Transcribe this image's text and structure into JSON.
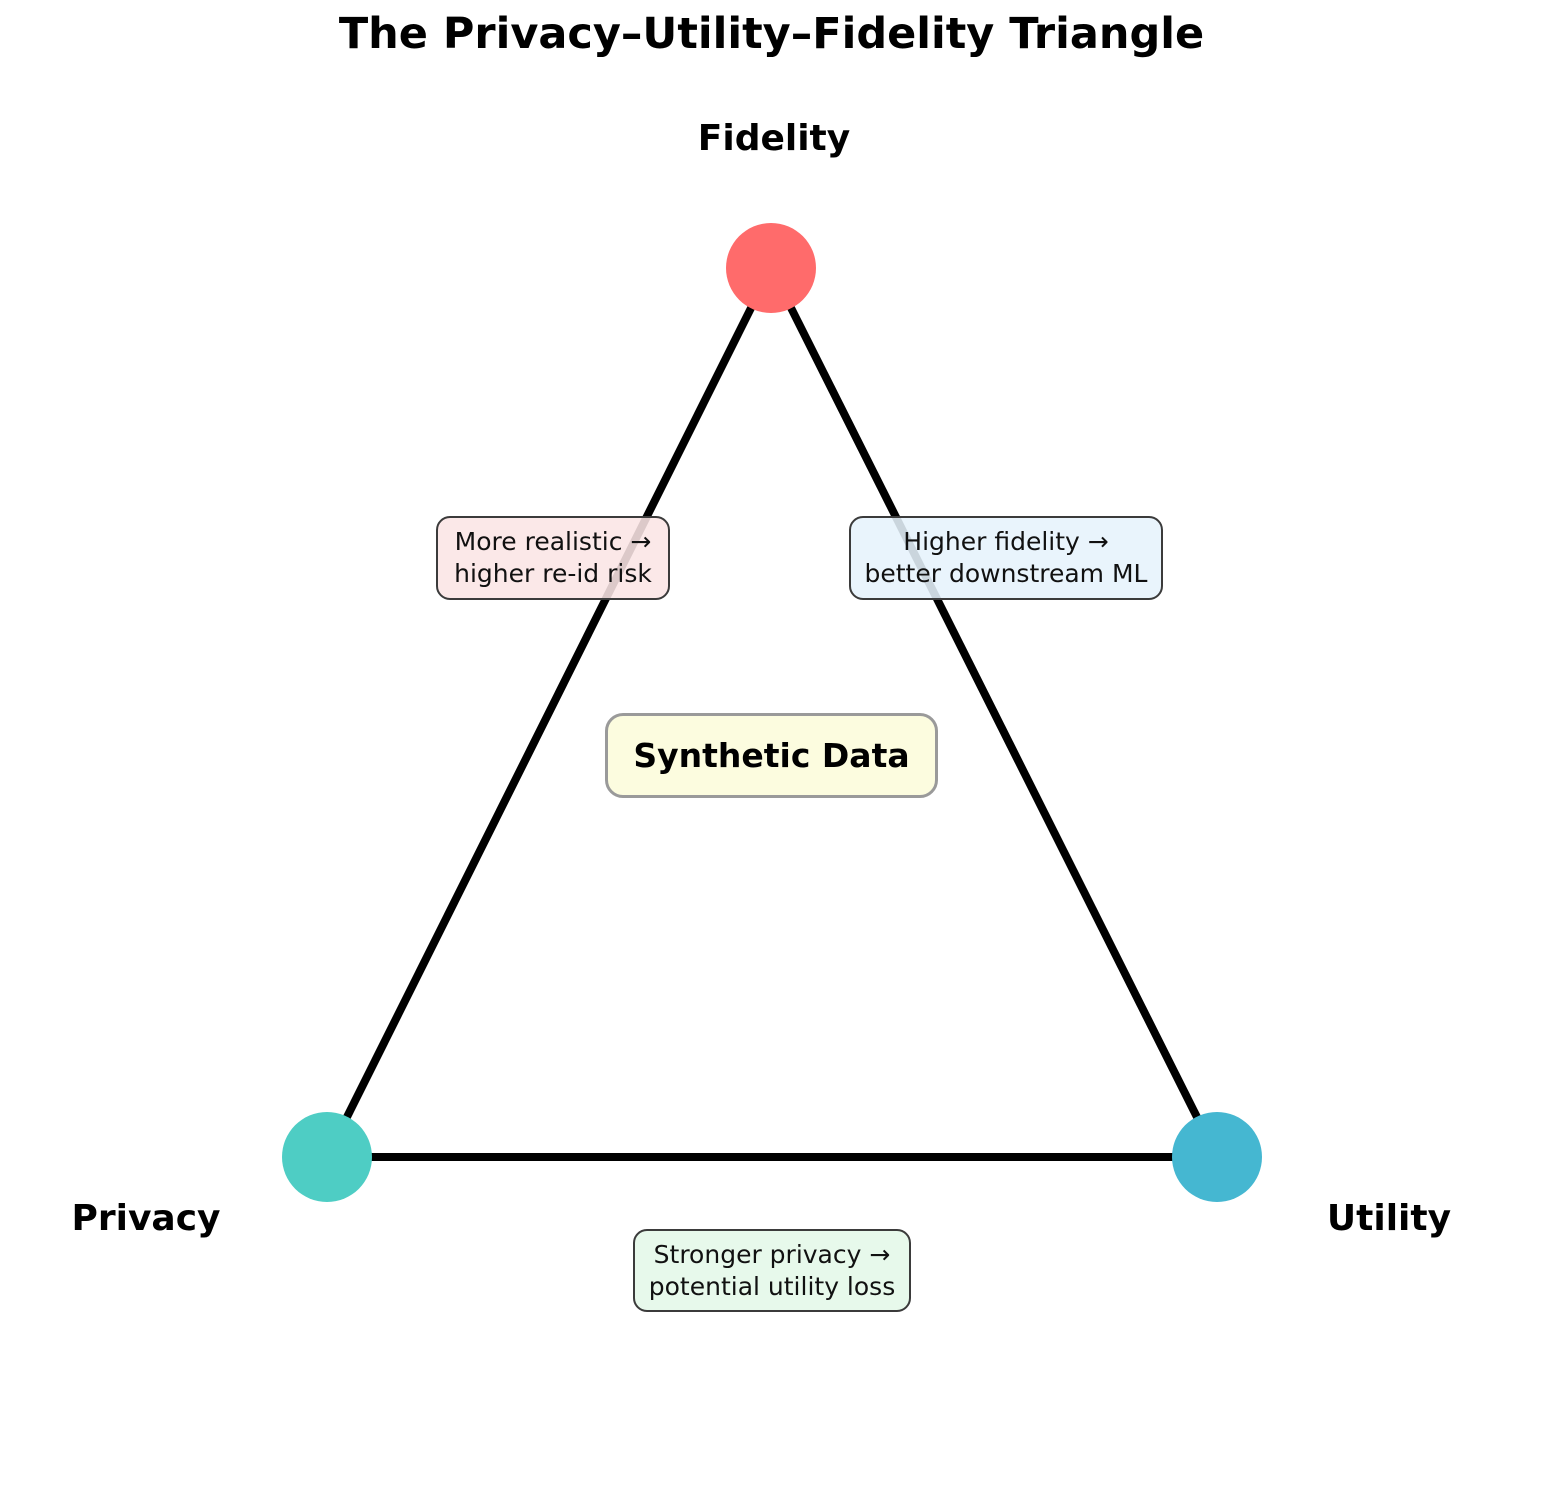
{
  "title": "The Privacy–Utility–Fidelity Triangle",
  "colors": {
    "fidelity_node": "#FF6B6B",
    "privacy_node": "#4ECDC4",
    "utility_node": "#45B7D1",
    "edge_line": "#000000",
    "center_box_bg": "#FCFCDF",
    "left_box_bg": "#FBE5E5",
    "right_box_bg": "#E6F3FC",
    "bottom_box_bg": "#E5F8E9"
  },
  "diagram": {
    "type": "triangle",
    "vertices": {
      "top": {
        "label": "Fidelity",
        "color": "#FF6B6B"
      },
      "bottom_left": {
        "label": "Privacy",
        "color": "#4ECDC4"
      },
      "bottom_right": {
        "label": "Utility",
        "color": "#45B7D1"
      }
    },
    "edge_labels": {
      "left": {
        "line1": "More realistic →",
        "line2": "higher re-id risk"
      },
      "right": {
        "line1": "Higher fidelity →",
        "line2": "better downstream ML"
      },
      "bottom": {
        "line1": "Stronger privacy →",
        "line2": "potential utility loss"
      }
    },
    "center_label": "Synthetic Data"
  }
}
